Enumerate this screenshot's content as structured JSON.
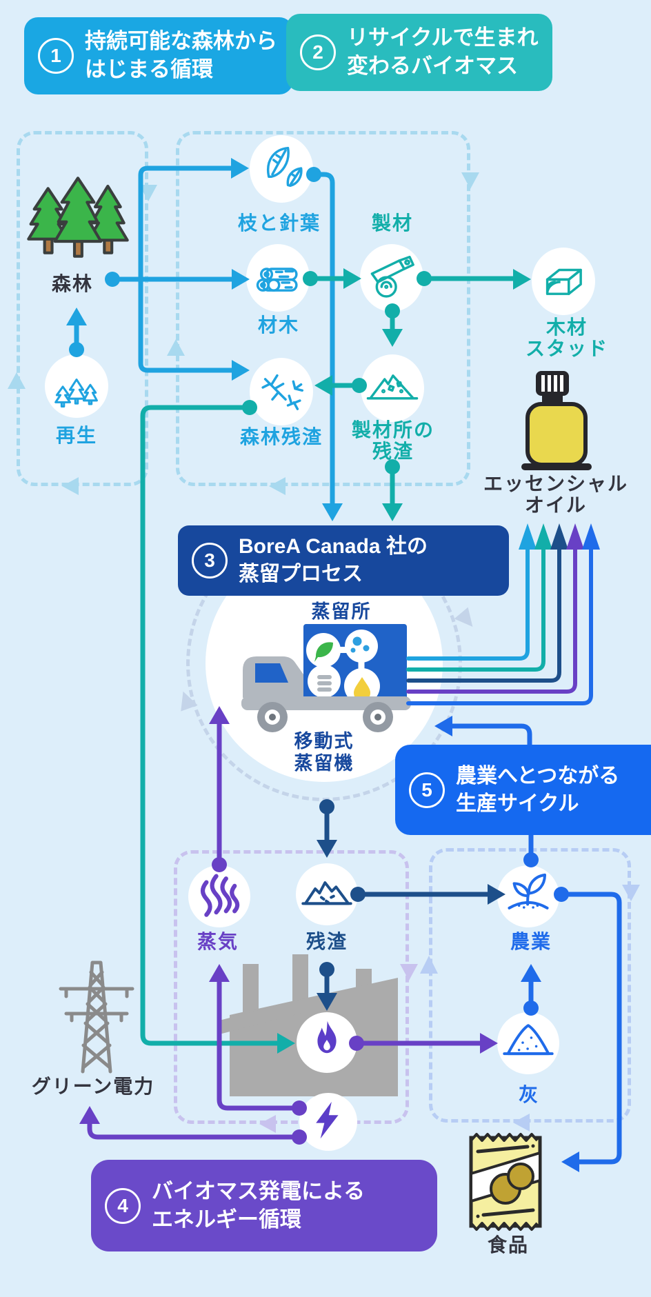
{
  "badges": [
    {
      "number": "1",
      "line1": "持続可能な森林から",
      "line2": "はじまる循環"
    },
    {
      "number": "2",
      "line1": "リサイクルで生まれ",
      "line2": "変わるバイオマス"
    },
    {
      "number": "3",
      "line1": "BoreA Canada 社の",
      "line2": "蒸留プロセス"
    },
    {
      "number": "4",
      "line1": "バイオマス発電による",
      "line2": "エネルギー循環"
    },
    {
      "number": "5",
      "line1": "農業へとつながる",
      "line2": "生産サイクル"
    }
  ],
  "nodes": {
    "forest": {
      "label": "森林"
    },
    "branches": {
      "label": "枝と針葉"
    },
    "lumber": {
      "label": "材木"
    },
    "sawing": {
      "label": "製材"
    },
    "wood_stud": {
      "line1": "木材",
      "line2": "スタッド"
    },
    "regeneration": {
      "label": "再生"
    },
    "forest_residue": {
      "label": "森林残渣"
    },
    "sawmill_residue": {
      "line1": "製材所の",
      "line2": "残渣"
    },
    "essential_oil": {
      "line1": "エッセンシャル",
      "line2": "オイル"
    },
    "distillery": {
      "label": "蒸留所"
    },
    "mobile_still": {
      "line1": "移動式",
      "line2": "蒸留機"
    },
    "steam": {
      "label": "蒸気"
    },
    "residue": {
      "label": "残渣"
    },
    "agriculture": {
      "label": "農業"
    },
    "ash": {
      "label": "灰"
    },
    "green_power": {
      "label": "グリーン電力"
    },
    "food": {
      "label": "食品"
    }
  },
  "colors": {
    "background": "#DDEEFA",
    "badge1_blue": "#1AA7E3",
    "badge2_teal": "#29BCBE",
    "badge3_navy": "#17489D",
    "badge4_purple": "#6A4AC9",
    "badge5_blue": "#1569F0",
    "arrow_blue": "#1FA3E0",
    "arrow_teal": "#12AEA9",
    "arrow_navy": "#1D4F8A",
    "arrow_purple": "#6840C5",
    "arrow_bright_blue": "#1F6BEA",
    "dash_light_blue": "#A8D9EF",
    "dash_lavender": "#C8C2EE",
    "dash_periwinkle": "#B7CDF4",
    "dash_circle": "#C4D4E9",
    "forest_green": "#3BB54A",
    "oil_yellow": "#E9D84E",
    "factory_gray": "#ABABAB"
  }
}
